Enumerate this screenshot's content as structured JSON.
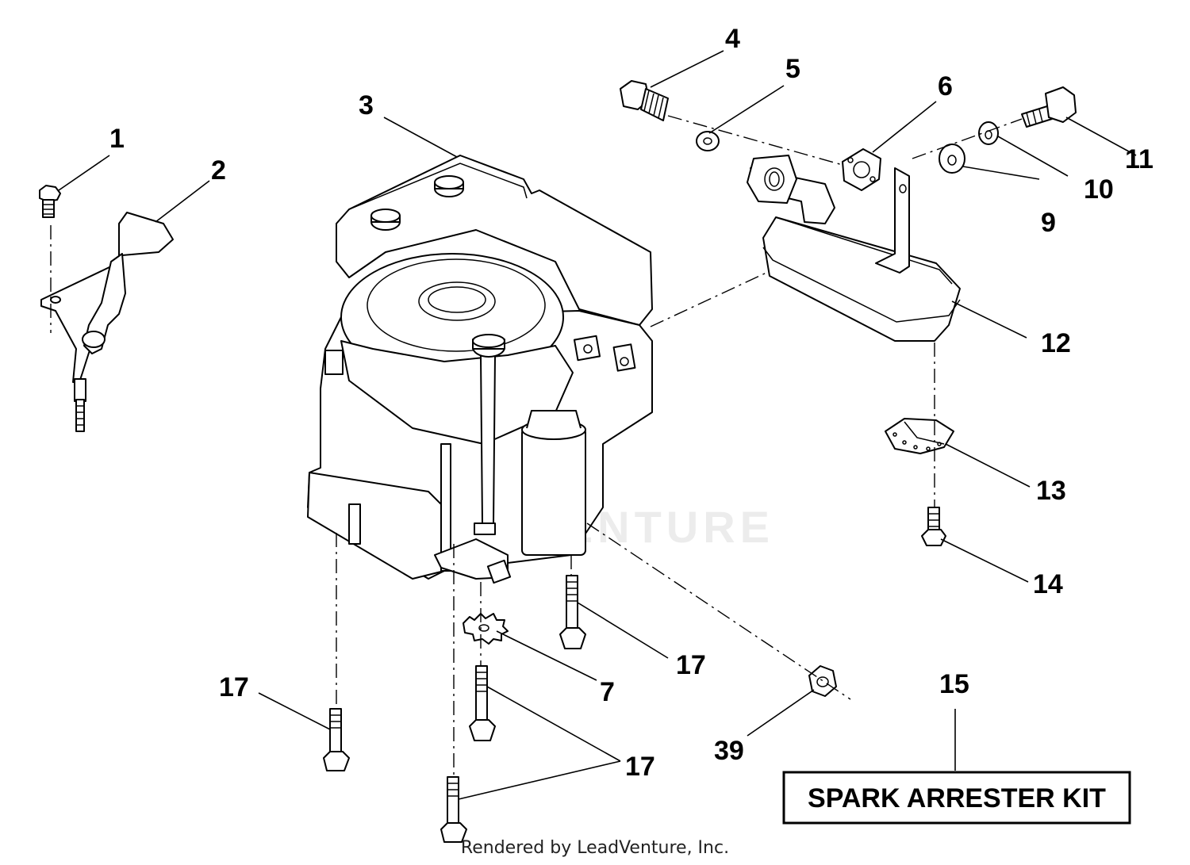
{
  "callouts": {
    "c1": "1",
    "c2": "2",
    "c3": "3",
    "c4": "4",
    "c5": "5",
    "c6": "6",
    "c7": "7",
    "c9": "9",
    "c10": "10",
    "c11": "11",
    "c12": "12",
    "c13": "13",
    "c14": "14",
    "c15": "15",
    "c17": "17",
    "c39": "39"
  },
  "kit_label": "SPARK ARRESTER KIT",
  "watermark": "LEADVENTURE",
  "footer": "Rendered by LeadVenture, Inc."
}
